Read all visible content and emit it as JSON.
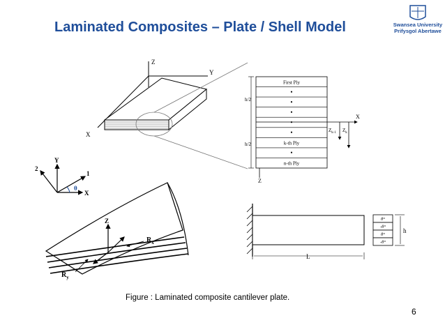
{
  "slide": {
    "title": "Laminated Composites – Plate / Shell Model",
    "caption": "Figure :  Laminated composite cantilever plate.",
    "page_number": "6"
  },
  "logo": {
    "line1": "Swansea University",
    "line2": "Prifysgol Abertawe",
    "icon": "university-crest-icon"
  },
  "plate_figure": {
    "axis_z": "Z",
    "axis_y": "Y",
    "axis_x": "X"
  },
  "ply_stack": {
    "plies": [
      "First Ply",
      "•",
      "•",
      "•",
      "•",
      "•",
      "k-th Ply",
      "•",
      "n-th Ply"
    ],
    "half_thickness_top": "h/2",
    "half_thickness_bottom": "h/2",
    "axis_x": "X",
    "axis_z": "Z",
    "z_k_minus_1": "Z",
    "z_k_minus_1_sub": "k-1",
    "z_k": "Z",
    "z_k_sub": "k"
  },
  "shell_figure": {
    "axis_y": "Y",
    "axis_x": "X",
    "dir_1": "1",
    "dir_2": "2",
    "theta": "θ",
    "axis_z": "Z",
    "rx": "R",
    "rx_sub": "x",
    "ry": "R",
    "ry_sub": "y"
  },
  "cantilever": {
    "length_label": "L",
    "height_label": "h",
    "ply_angles": [
      "θ°",
      "-θ°",
      "θ°",
      "-θ°"
    ]
  },
  "colors": {
    "title": "#1f4e9a",
    "shell_theta": "#1f4e9a"
  }
}
